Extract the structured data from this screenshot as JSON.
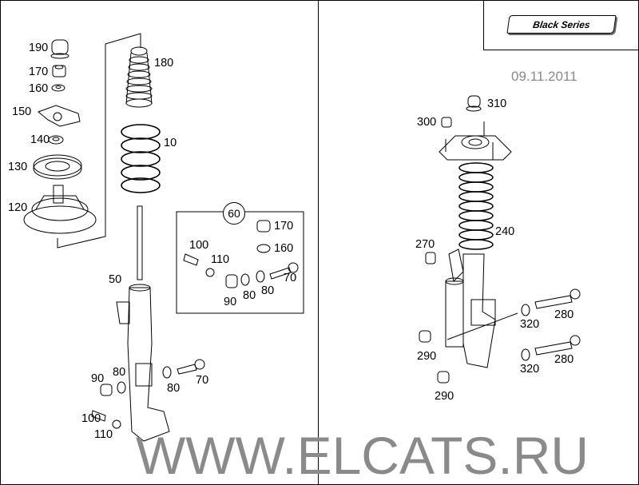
{
  "series_badge": "Black Series",
  "watermark": "WWW.ELCATS.RU",
  "date": "09.11.2011",
  "front_axle": {
    "callout": "60",
    "labels": [
      "190",
      "170",
      "160",
      "150",
      "140",
      "130",
      "120",
      "180",
      "10",
      "50",
      "100",
      "110",
      "170",
      "160",
      "90",
      "80",
      "80",
      "70",
      "90",
      "80",
      "80",
      "70",
      "100",
      "110"
    ]
  },
  "rear_axle": {
    "labels": [
      "310",
      "300",
      "240",
      "270",
      "320",
      "280",
      "290",
      "320",
      "280",
      "290"
    ]
  }
}
